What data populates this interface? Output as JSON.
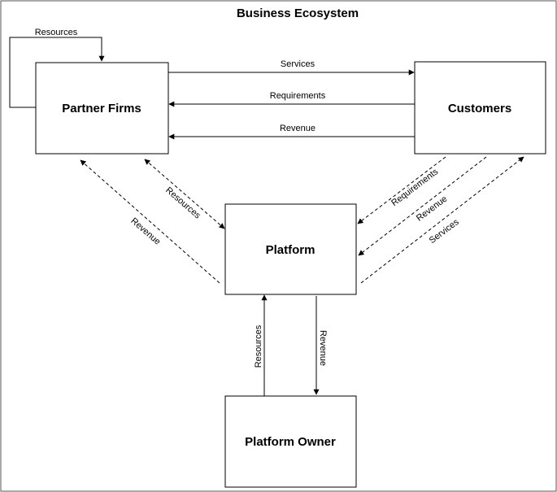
{
  "title": "Business Ecosystem",
  "nodes": {
    "partner_firms": "Partner Firms",
    "customers": "Customers",
    "platform": "Platform",
    "platform_owner": "Platform Owner"
  },
  "edges": {
    "partner_self_resources": "Resources",
    "partner_to_customers_services": "Services",
    "customers_to_partner_requirements": "Requirements",
    "customers_to_partner_revenue": "Revenue",
    "partner_platform_resources": "Resources",
    "platform_to_partner_revenue": "Revenue",
    "customers_to_platform_requirements": "Requirements",
    "customers_to_platform_revenue": "Revenue",
    "platform_customers_services": "Services",
    "owner_to_platform_resources": "Resources",
    "platform_to_owner_revenue": "Revenue"
  }
}
